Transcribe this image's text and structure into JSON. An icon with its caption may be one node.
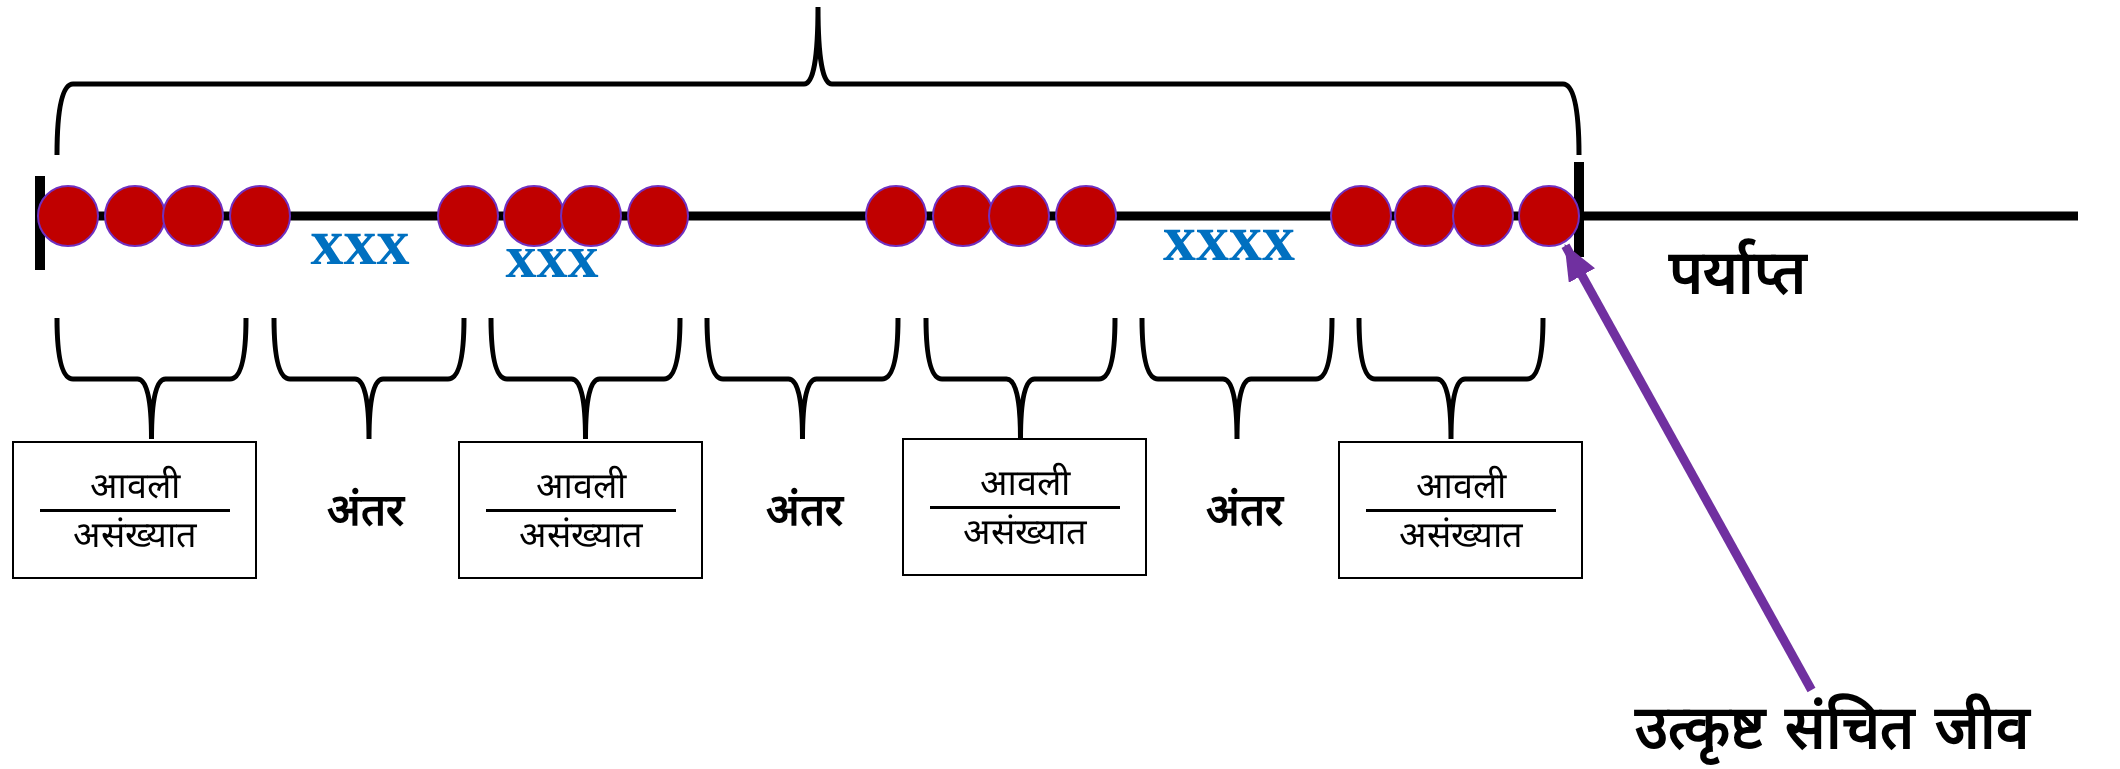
{
  "diagram": {
    "nodes": [
      {
        "text": [],
        "shape": "circle"
      },
      {
        "text": [],
        "shape": "circle"
      },
      {
        "text": [],
        "shape": "circle"
      },
      {
        "text": [],
        "shape": "circle"
      },
      {
        "text": [],
        "shape": "circle"
      },
      {
        "text": [],
        "shape": "circle"
      },
      {
        "text": [],
        "shape": "circle"
      },
      {
        "text": [],
        "shape": "circle"
      },
      {
        "text": [],
        "shape": "circle"
      },
      {
        "text": [],
        "shape": "circle"
      },
      {
        "text": [],
        "shape": "circle"
      },
      {
        "text": [],
        "shape": "circle"
      },
      {
        "text": [],
        "shape": "circle"
      },
      {
        "text": [],
        "shape": "circle"
      },
      {
        "text": [],
        "shape": "circle"
      },
      {
        "text": [],
        "shape": "circle"
      },
      {
        "text": [
          "आवली",
          "असंख्यात"
        ]
      },
      {
        "text": [
          "आवली",
          "असंख्यात"
        ]
      },
      {
        "text": [
          "आवली",
          "असंख्यात"
        ]
      },
      {
        "text": [
          "आवली",
          "असंख्यात"
        ]
      },
      {
        "text": [
          "उत्कृष्ट संचित जीव"
        ]
      }
    ],
    "edges": [
      {
        "from": 20,
        "to": 15,
        "arrow": "to",
        "color": "#7030a0"
      }
    ],
    "labels": [
      "xxx",
      "xxx",
      "xxxx",
      "पर्याप्त",
      "अंतर",
      "अंतर",
      "अंतर"
    ]
  }
}
